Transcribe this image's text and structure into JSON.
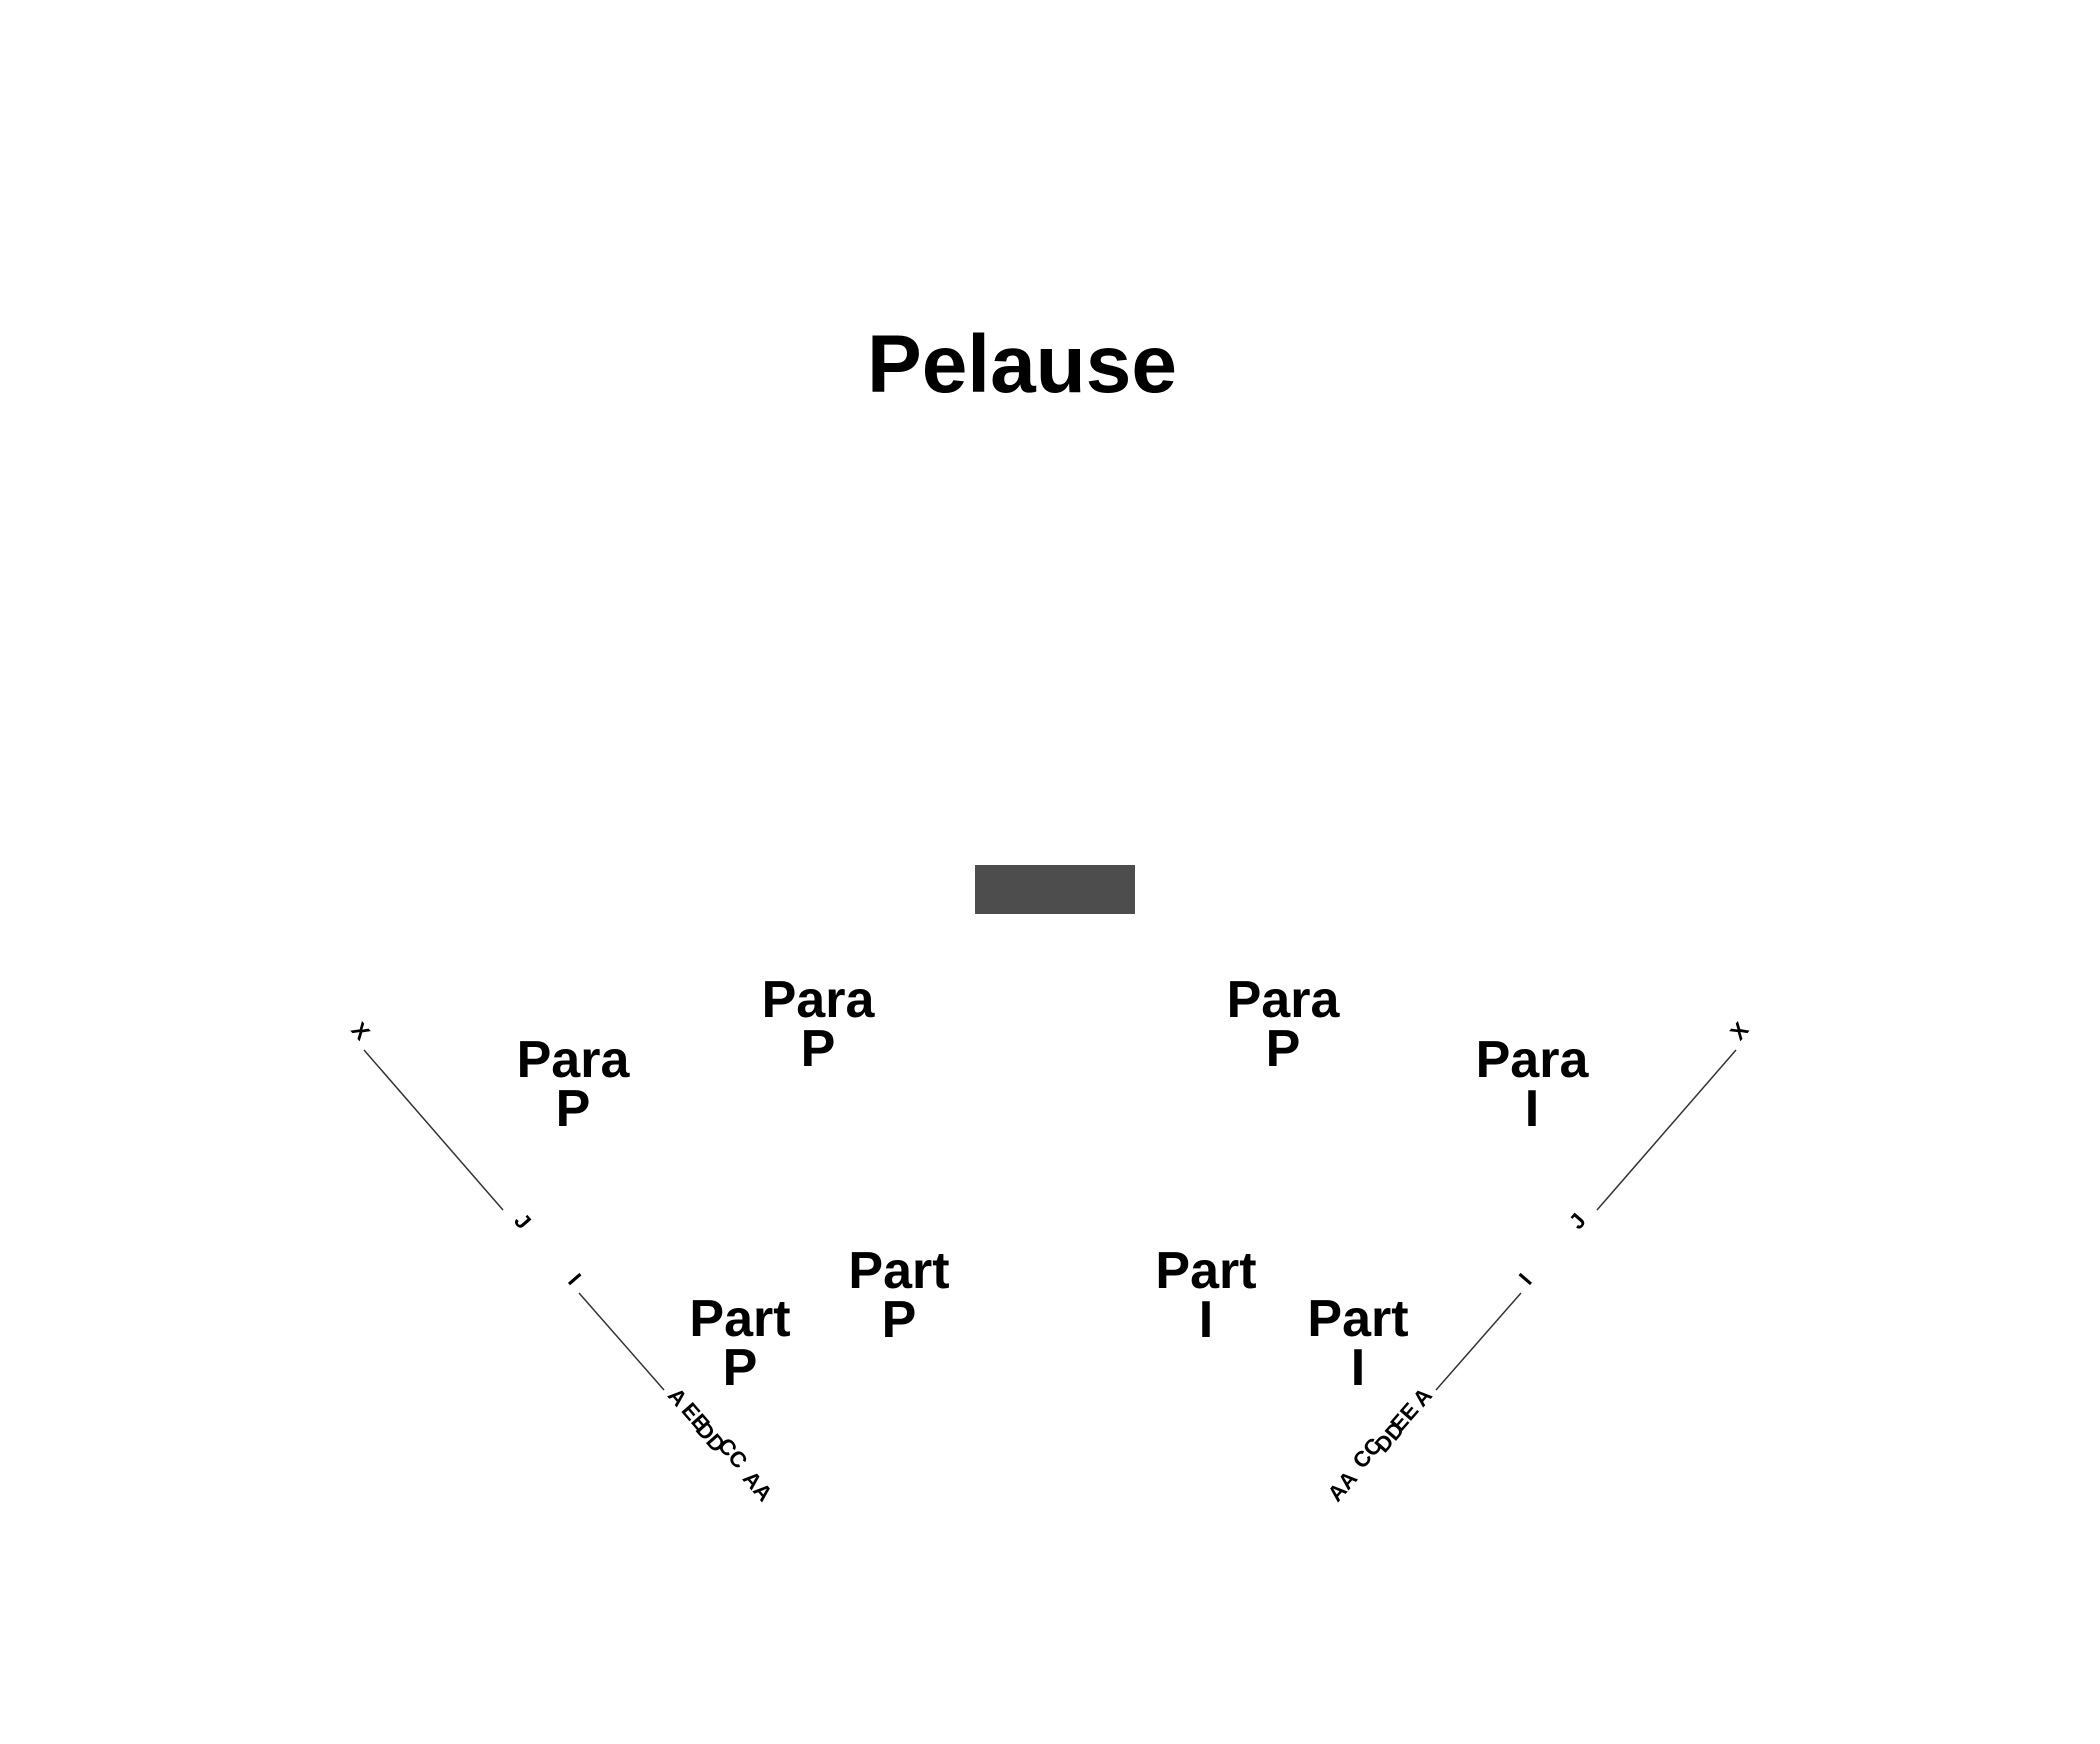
{
  "venue": {
    "title": "Pelause",
    "stage_color": "#4d4d4d",
    "text_color": "#000000"
  },
  "sections": [
    {
      "id": "para-p-left-outer",
      "line1": "Para",
      "line2": "P"
    },
    {
      "id": "para-p-left-inner",
      "line1": "Para",
      "line2": "P"
    },
    {
      "id": "para-p-right-inner",
      "line1": "Para",
      "line2": "P"
    },
    {
      "id": "para-i-right-outer",
      "line1": "Para",
      "line2": "I"
    },
    {
      "id": "part-p-left-outer",
      "line1": "Part",
      "line2": "P"
    },
    {
      "id": "part-p-left-inner",
      "line1": "Part",
      "line2": "P"
    },
    {
      "id": "part-i-right-inner",
      "line1": "Part",
      "line2": "I"
    },
    {
      "id": "part-i-right-outer",
      "line1": "Part",
      "line2": "I"
    }
  ],
  "row_labels": {
    "left": [
      "X",
      "J",
      "I",
      "A",
      "EE",
      "DD",
      "CC",
      "AA"
    ],
    "right": [
      "X",
      "J",
      "I",
      "A",
      "EE",
      "DD",
      "CC",
      "AA"
    ]
  }
}
